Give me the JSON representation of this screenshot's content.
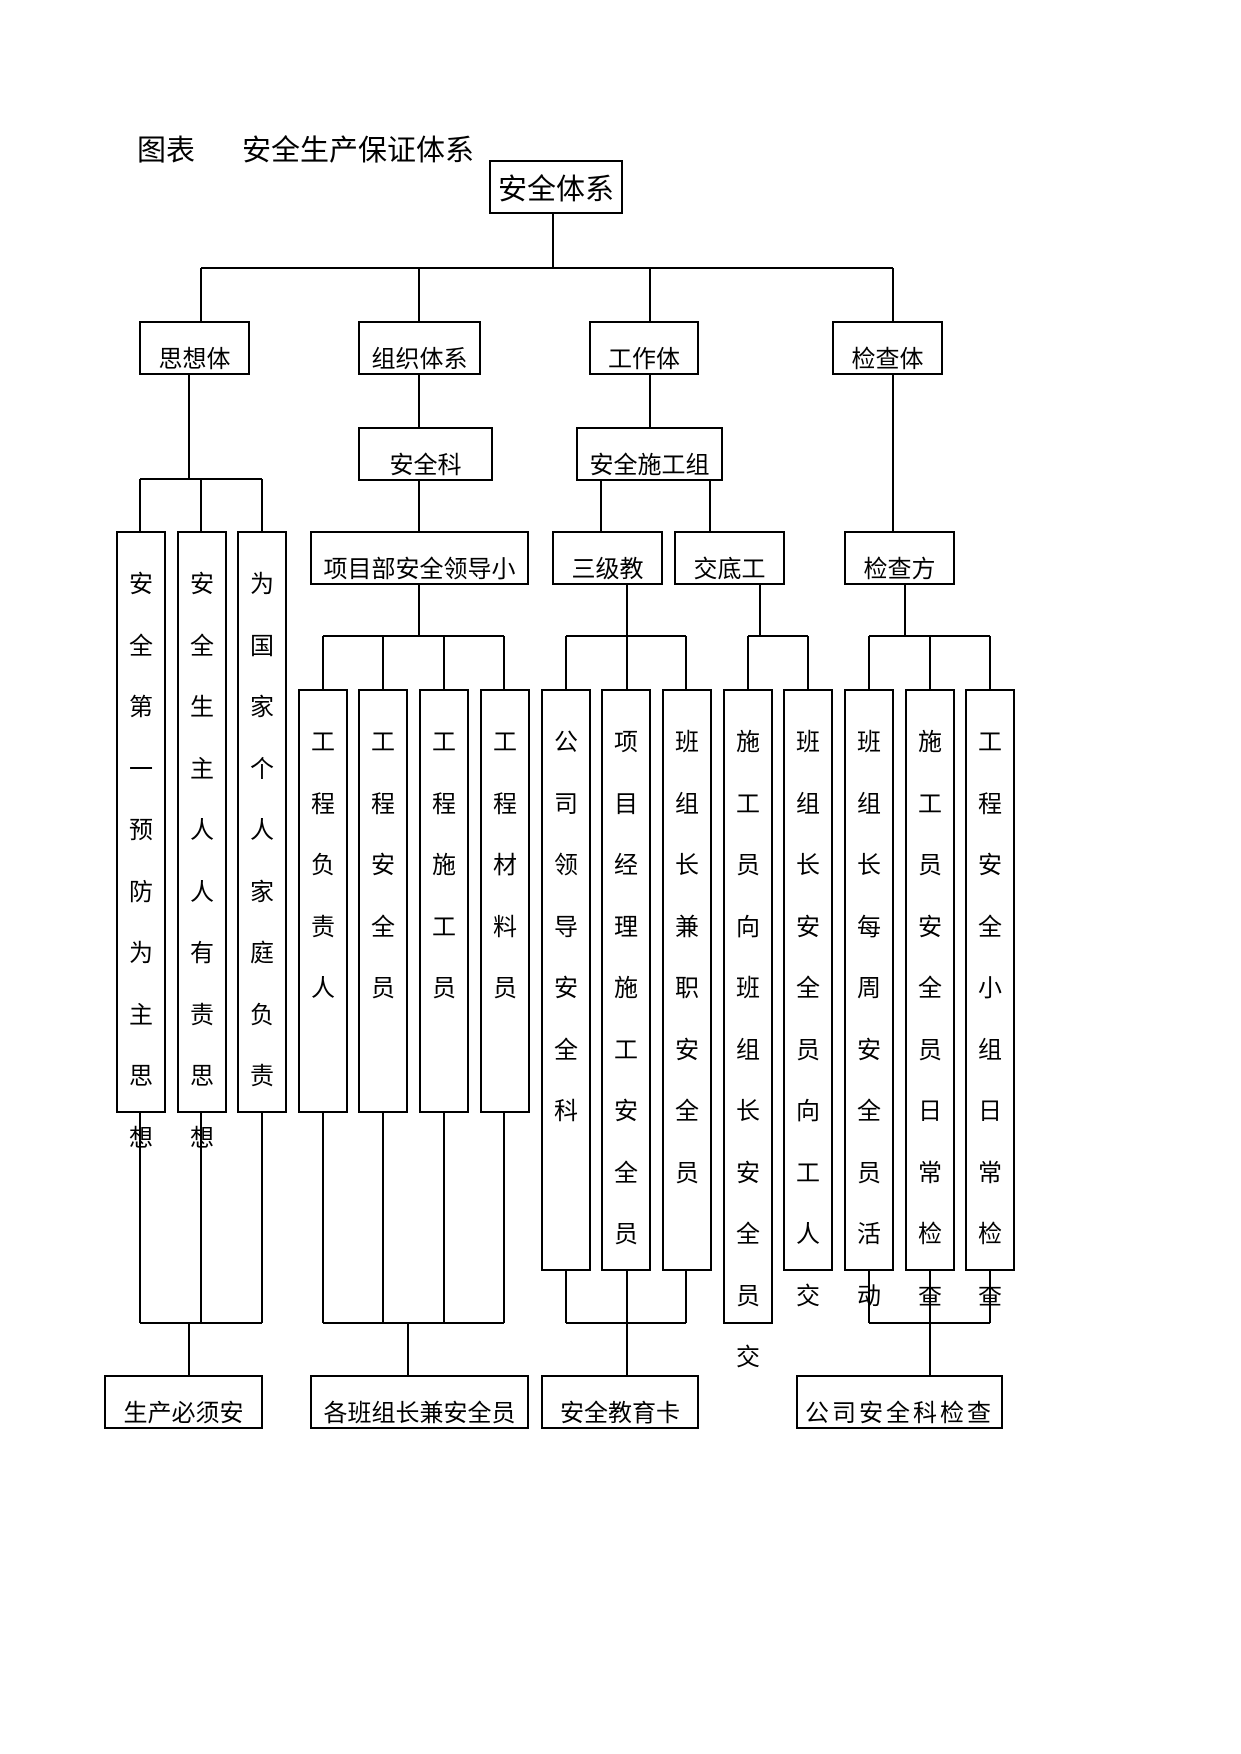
{
  "figure": {
    "label": "图表",
    "title": "安全生产保证体系"
  },
  "root": "安全体系",
  "branches": [
    {
      "name": "思想体",
      "columns": [
        "安全第一预防为主思想",
        "安全生主人人有责思想",
        "为国家个　人家庭负责"
      ],
      "conclusion": "生产必须安"
    },
    {
      "name": "组织体系",
      "sub": "安全科",
      "leader": "项目部安全领导小",
      "columns": [
        "工程负责人",
        "工程安全员",
        "工程施工员",
        "工程材料员"
      ],
      "conclusion": "各班组长兼安全员"
    },
    {
      "name": "工作体",
      "sub": "安全施工组",
      "groups": [
        {
          "name": "三级教",
          "columns": [
            "公司领导安全科",
            "项目经理施工安全员",
            "班组长兼职安全员"
          ]
        },
        {
          "name": "交底工",
          "columns": [
            "施工员向班组长安全员交",
            "班组长安全员向工人交"
          ]
        }
      ],
      "conclusion": "安全教育卡"
    },
    {
      "name": "检查体",
      "leader": "检查方",
      "columns": [
        "班组长每周安全员活动",
        "施工员安全员日常检查",
        "工程安全小组日常检查"
      ],
      "conclusion": "公司安全科检查"
    }
  ]
}
